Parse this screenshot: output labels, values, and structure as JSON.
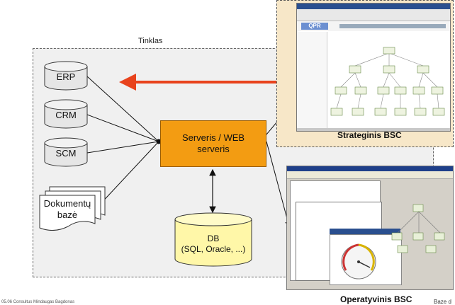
{
  "network": {
    "label": "Tinklas"
  },
  "systems": {
    "erp": "ERP",
    "crm": "CRM",
    "scm": "SCM"
  },
  "documents": {
    "line1": "Dokumentų",
    "line2": "bazė"
  },
  "server": {
    "line1": "Serveris / WEB",
    "line2": "serveris"
  },
  "db": {
    "line1": "DB",
    "line2": "(SQL, Oracle, ...)"
  },
  "strategic": {
    "caption": "Strateginis BSC",
    "app_name": "QPR"
  },
  "operative": {
    "caption": "Operatyvinis BSC"
  },
  "footer": {
    "left_text": "05.06  Consultus    Mindaugas Bagdonas",
    "right_text": "Baze d"
  },
  "colors": {
    "server_fill": "#f39c12",
    "db_fill": "#fff7a8",
    "arrow": "#e8431d",
    "strategic_bg": "#f7e7c8"
  }
}
